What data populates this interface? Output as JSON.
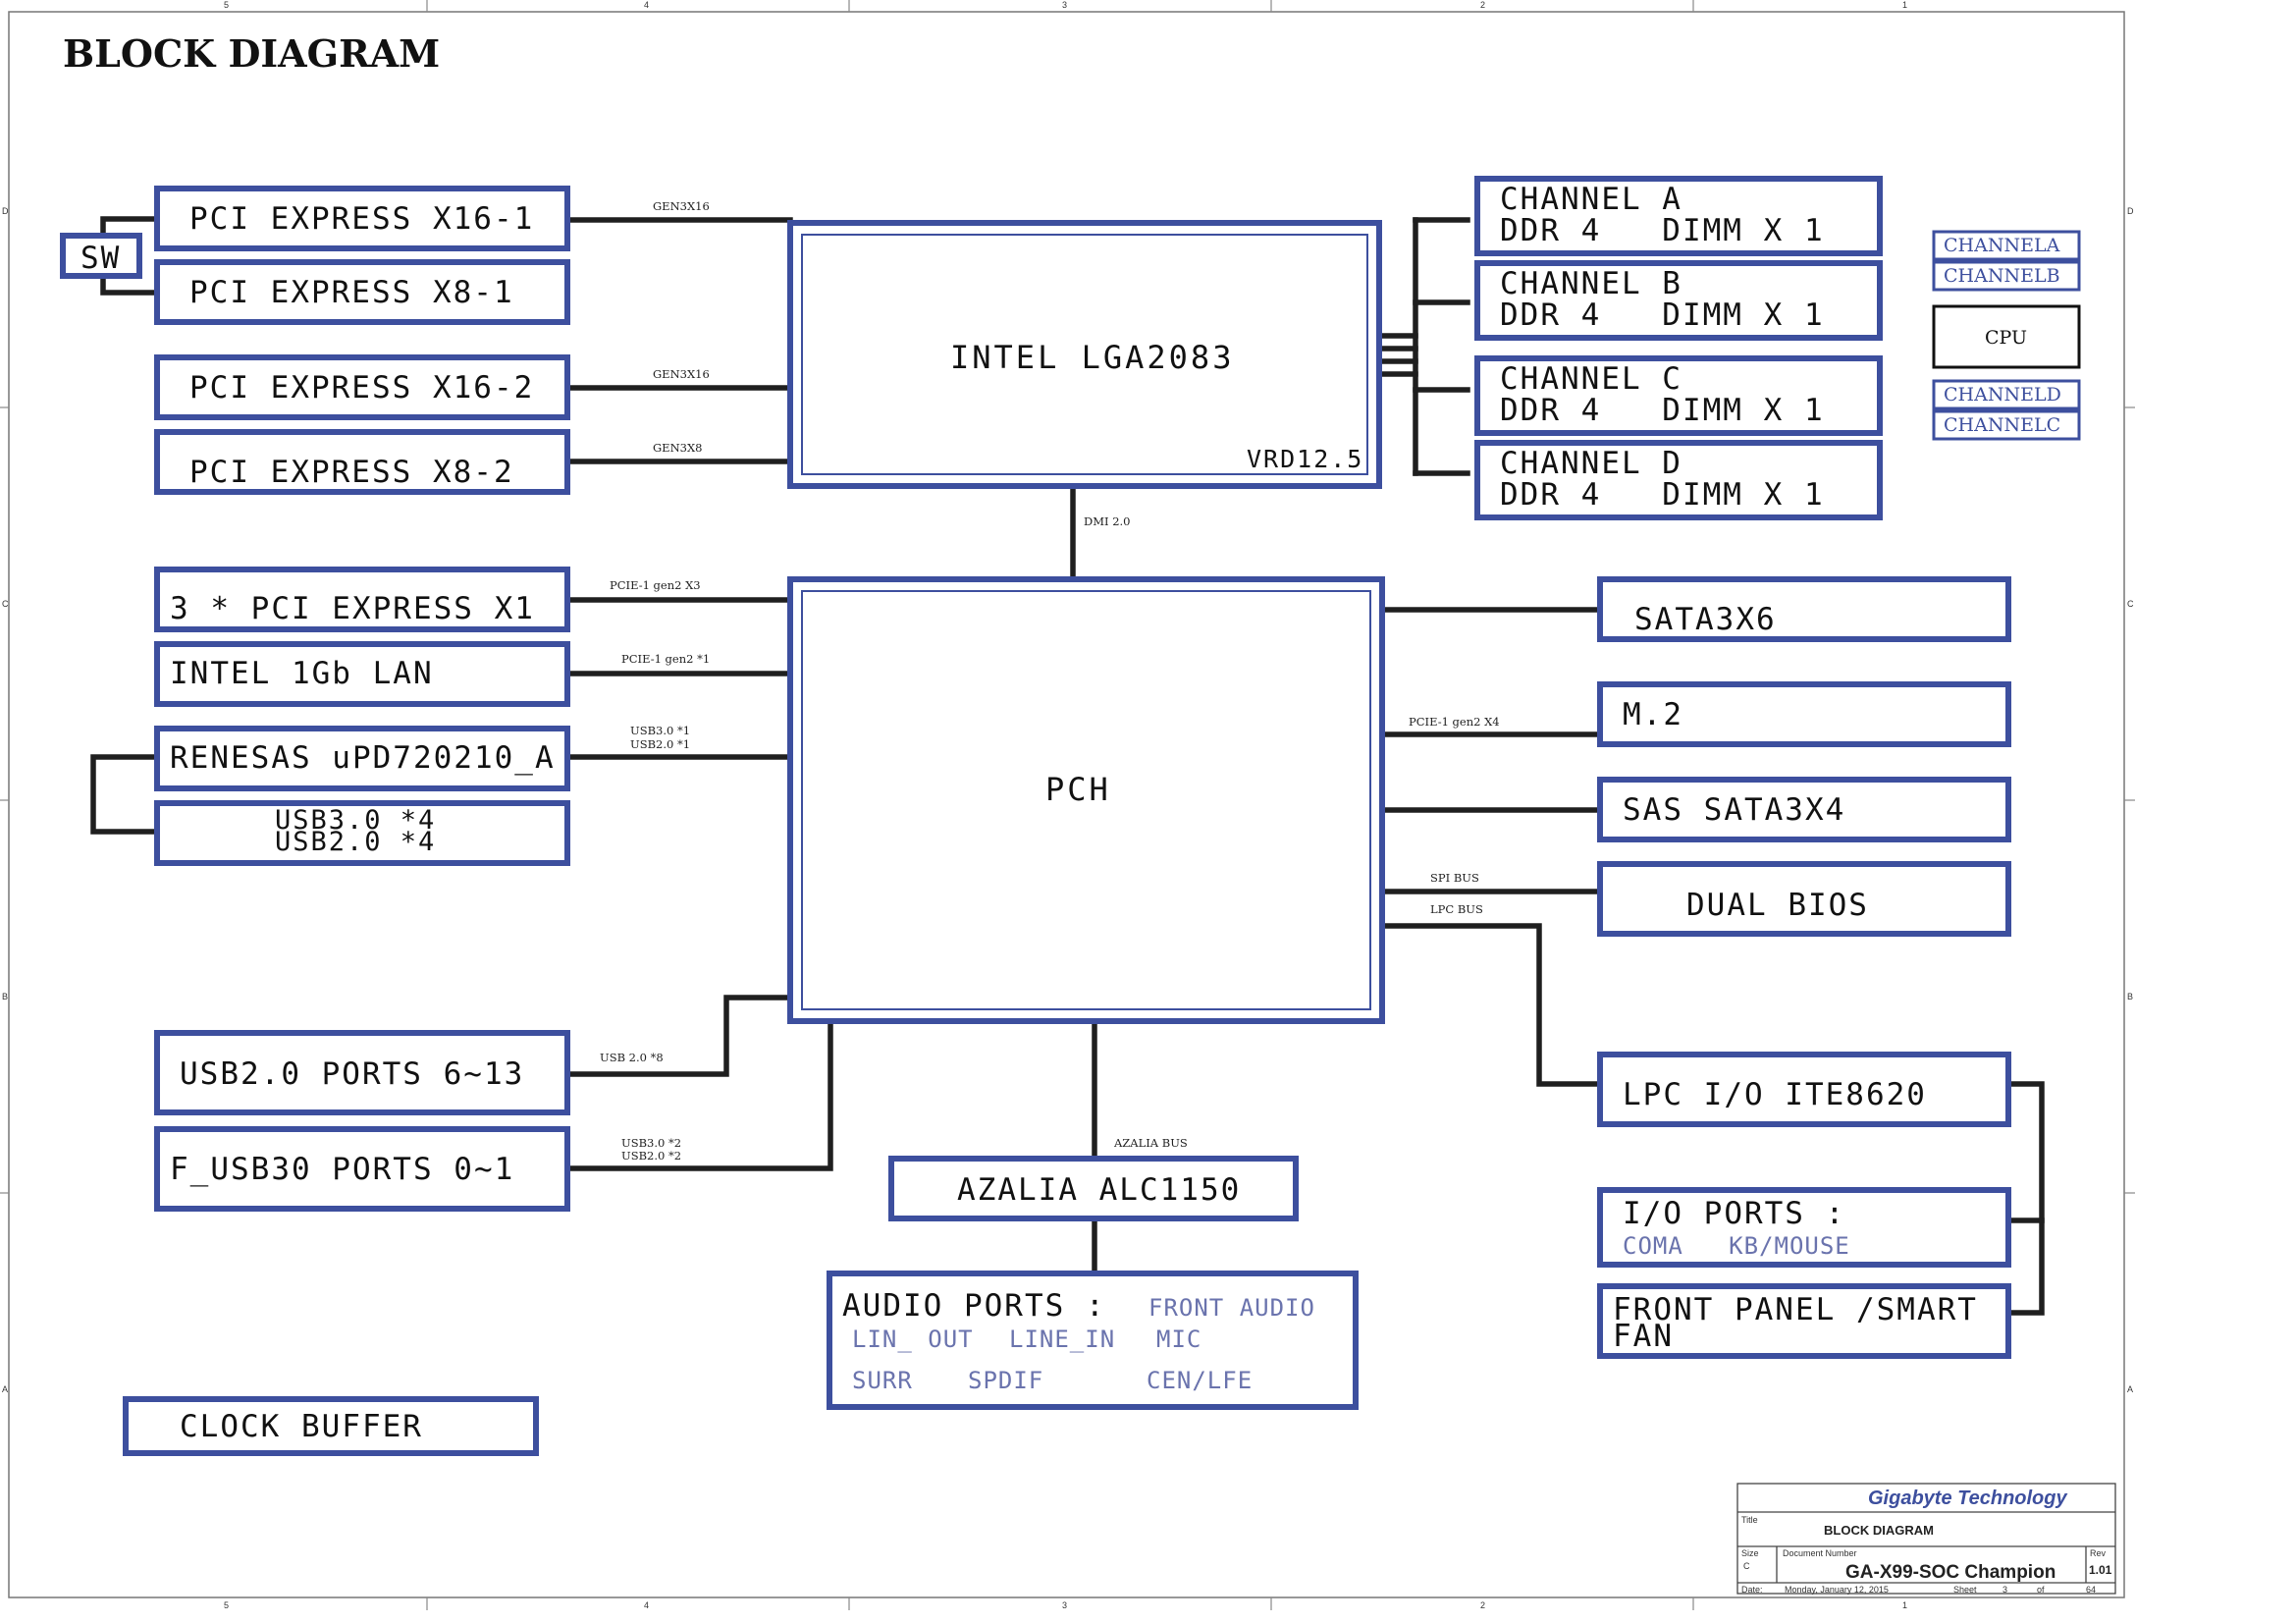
{
  "page_title": "BLOCK DIAGRAM",
  "cpu": {
    "label": "INTEL LGA2083",
    "vrd": "VRD12.5"
  },
  "pch": {
    "label": "PCH"
  },
  "switch": {
    "label": "SW"
  },
  "pcie_slots": [
    "PCI EXPRESS X16-1",
    "PCI EXPRESS X8-1",
    "PCI EXPRESS X16-2",
    "PCI EXPRESS X8-2"
  ],
  "memory_channels": [
    {
      "name": "CHANNEL A",
      "type": "DDR 4   DIMM X 1"
    },
    {
      "name": "CHANNEL B",
      "type": "DDR 4   DIMM X 1"
    },
    {
      "name": "CHANNEL C",
      "type": "DDR 4   DIMM X 1"
    },
    {
      "name": "CHANNEL D",
      "type": "DDR 4   DIMM X 1"
    }
  ],
  "legend": {
    "items": [
      "CHANNELA",
      "CHANNELB",
      "CPU",
      "CHANNELD",
      "CHANNELC"
    ]
  },
  "pch_left": {
    "pcie_x1": "3 * PCI EXPRESS X1",
    "lan": "INTEL 1Gb LAN",
    "usb_ctrl": "RENESAS uPD720210_A",
    "usb_ctrl_ports": [
      "USB3.0 *4",
      "USB2.0 *4"
    ],
    "usb2_ports": "USB2.0 PORTS 6~13",
    "f_usb30": "F_USB30 PORTS 0~1"
  },
  "pch_right": {
    "sata": "SATA3X6",
    "m2": "M.2",
    "sas": "SAS SATA3X4",
    "bios": "DUAL BIOS",
    "lpc_io": "LPC I/O ITE8620",
    "io_ports": {
      "title": "I/O PORTS :",
      "items": "COMA   KB/MOUSE"
    },
    "front_panel": [
      "FRONT PANEL /SMART",
      "FAN"
    ]
  },
  "audio": {
    "codec": "AZALIA ALC1150",
    "ports_title": "AUDIO PORTS :",
    "ports": [
      "FRONT AUDIO",
      "LIN_ OUT",
      "LINE_IN",
      "MIC",
      "SURR",
      "SPDIF",
      "CEN/LFE"
    ]
  },
  "clock": "CLOCK BUFFER",
  "bus_labels": {
    "gen3x16_a": "GEN3X16",
    "gen3x16_b": "GEN3X16",
    "gen3x8": "GEN3X8",
    "dmi": "DMI 2.0",
    "pcie_x3": "PCIE-1 gen2 X3",
    "pcie_x1": "PCIE-1 gen2 *1",
    "usb_ctrl_a": "USB3.0 *1",
    "usb_ctrl_b": "USB2.0 *1",
    "pcie_x4": "PCIE-1 gen2 X4",
    "spi": "SPI BUS",
    "lpc": "LPC BUS",
    "usb2_8": "USB 2.0 *8",
    "usb3_2": "USB3.0 *2",
    "usb2_2": "USB2.0 *2",
    "azalia": "AZALIA BUS"
  },
  "title_block": {
    "company": "Gigabyte Technology",
    "title_caption": "Title",
    "title": "BLOCK DIAGRAM",
    "size_caption": "Size",
    "size": "C",
    "docnum_caption": "Document Number",
    "document": "GA-X99-SOC Champion",
    "rev_caption": "Rev",
    "rev": "1.01",
    "date_caption": "Date:",
    "date": "Monday, January 12, 2015",
    "sheet_caption": "Sheet",
    "sheet": "3",
    "of_caption": "of",
    "total": "64"
  },
  "frame_marks": {
    "top": [
      "5",
      "4",
      "3",
      "2",
      "1"
    ],
    "bottom": [
      "5",
      "4",
      "3",
      "2",
      "1"
    ],
    "left": [
      "D",
      "C",
      "B",
      "A"
    ],
    "right": [
      "D",
      "C",
      "B",
      "A"
    ]
  }
}
